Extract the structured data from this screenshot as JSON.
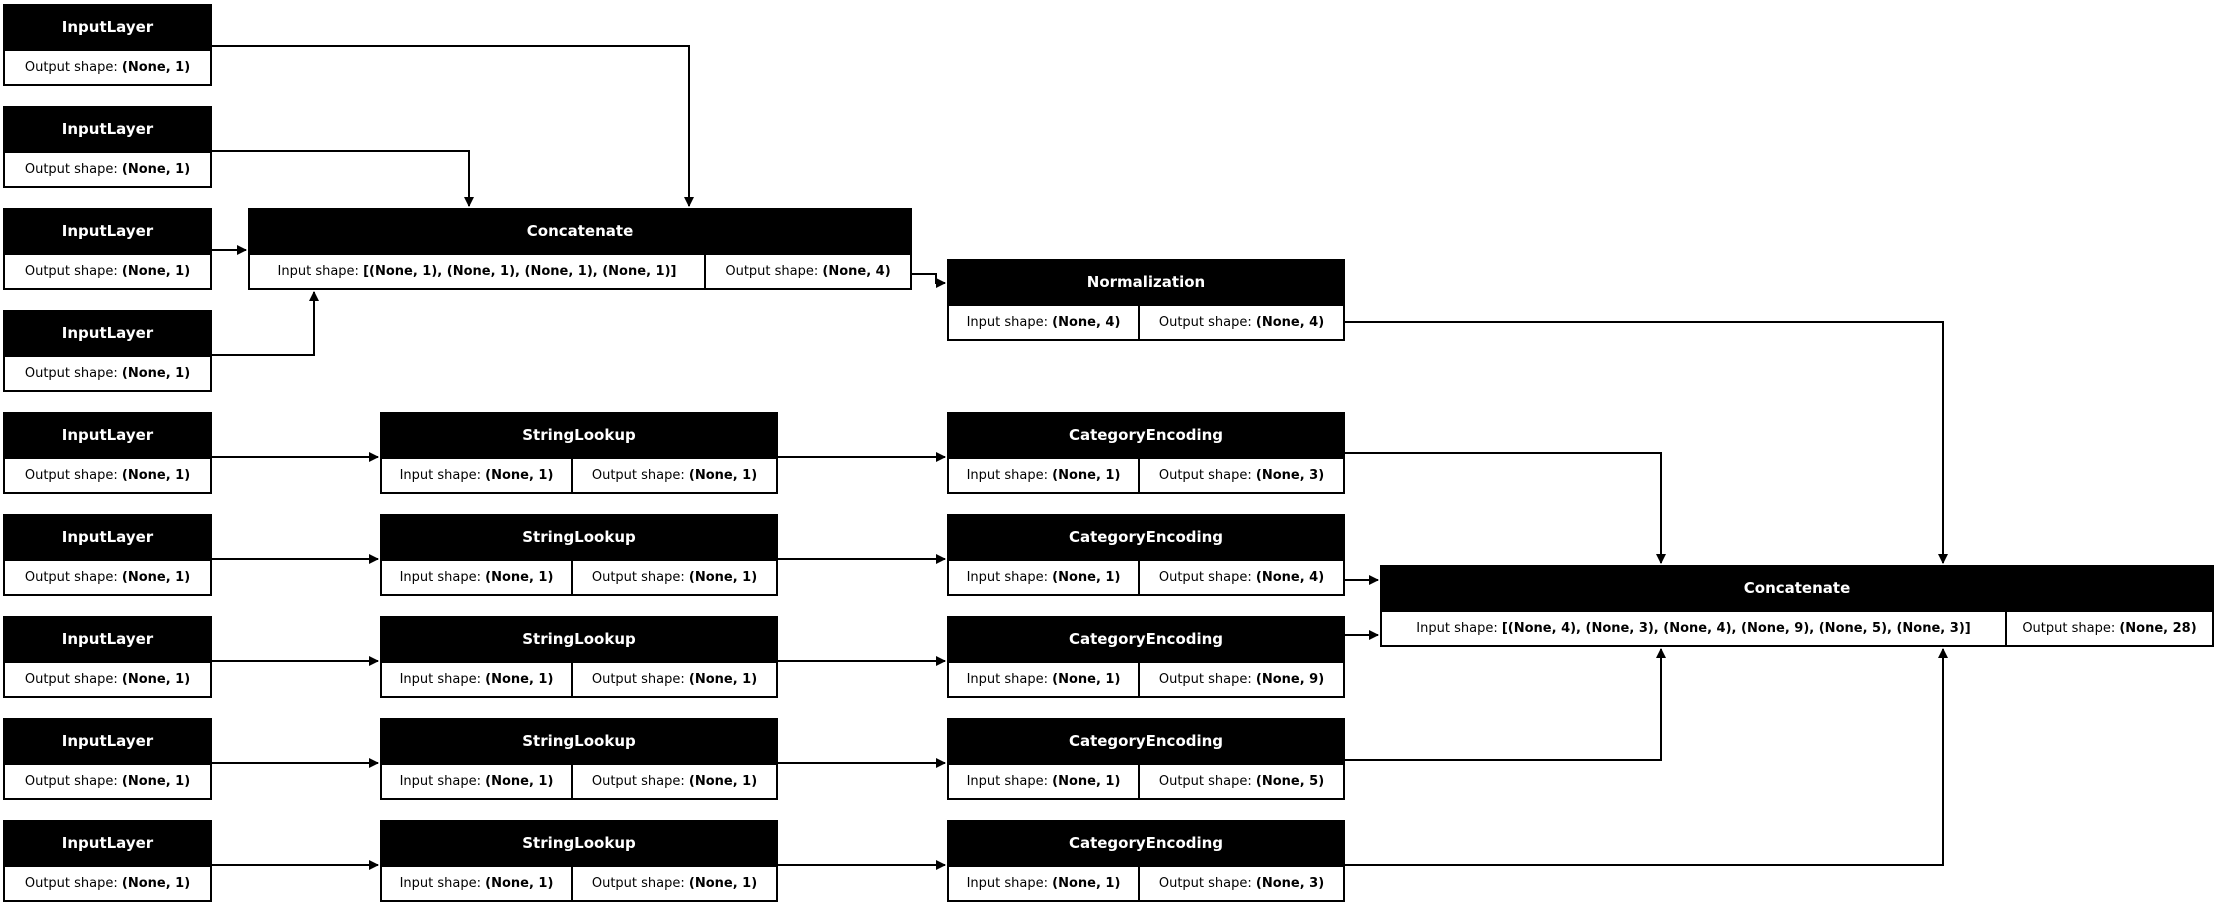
{
  "diagram_title": "keras-model-plot",
  "colors": {
    "background": "#ffffff",
    "node_header_bg": "#000000",
    "node_header_text": "#ffffff",
    "node_body_bg": "#ffffff",
    "node_border": "#000000",
    "edge": "#000000"
  },
  "nodes": [
    {
      "id": "input_layer_1",
      "name": "InputLayer",
      "cells": [
        {
          "label": "Output shape: ",
          "value": "(None, 1)"
        }
      ]
    },
    {
      "id": "input_layer_2",
      "name": "InputLayer",
      "cells": [
        {
          "label": "Output shape: ",
          "value": "(None, 1)"
        }
      ]
    },
    {
      "id": "input_layer_3",
      "name": "InputLayer",
      "cells": [
        {
          "label": "Output shape: ",
          "value": "(None, 1)"
        }
      ]
    },
    {
      "id": "input_layer_4",
      "name": "InputLayer",
      "cells": [
        {
          "label": "Output shape: ",
          "value": "(None, 1)"
        }
      ]
    },
    {
      "id": "input_layer_5",
      "name": "InputLayer",
      "cells": [
        {
          "label": "Output shape: ",
          "value": "(None, 1)"
        }
      ]
    },
    {
      "id": "input_layer_6",
      "name": "InputLayer",
      "cells": [
        {
          "label": "Output shape: ",
          "value": "(None, 1)"
        }
      ]
    },
    {
      "id": "input_layer_7",
      "name": "InputLayer",
      "cells": [
        {
          "label": "Output shape: ",
          "value": "(None, 1)"
        }
      ]
    },
    {
      "id": "input_layer_8",
      "name": "InputLayer",
      "cells": [
        {
          "label": "Output shape: ",
          "value": "(None, 1)"
        }
      ]
    },
    {
      "id": "input_layer_9",
      "name": "InputLayer",
      "cells": [
        {
          "label": "Output shape: ",
          "value": "(None, 1)"
        }
      ]
    },
    {
      "id": "concatenate_1",
      "name": "Concatenate",
      "cells": [
        {
          "label": "Input shape: ",
          "value": "[(None, 1), (None, 1), (None, 1), (None, 1)]"
        },
        {
          "label": "Output shape: ",
          "value": "(None, 4)"
        }
      ]
    },
    {
      "id": "normalization",
      "name": "Normalization",
      "cells": [
        {
          "label": "Input shape: ",
          "value": "(None, 4)"
        },
        {
          "label": "Output shape: ",
          "value": "(None, 4)"
        }
      ]
    },
    {
      "id": "string_lookup_1",
      "name": "StringLookup",
      "cells": [
        {
          "label": "Input shape: ",
          "value": "(None, 1)"
        },
        {
          "label": "Output shape: ",
          "value": "(None, 1)"
        }
      ]
    },
    {
      "id": "string_lookup_2",
      "name": "StringLookup",
      "cells": [
        {
          "label": "Input shape: ",
          "value": "(None, 1)"
        },
        {
          "label": "Output shape: ",
          "value": "(None, 1)"
        }
      ]
    },
    {
      "id": "string_lookup_3",
      "name": "StringLookup",
      "cells": [
        {
          "label": "Input shape: ",
          "value": "(None, 1)"
        },
        {
          "label": "Output shape: ",
          "value": "(None, 1)"
        }
      ]
    },
    {
      "id": "string_lookup_4",
      "name": "StringLookup",
      "cells": [
        {
          "label": "Input shape: ",
          "value": "(None, 1)"
        },
        {
          "label": "Output shape: ",
          "value": "(None, 1)"
        }
      ]
    },
    {
      "id": "string_lookup_5",
      "name": "StringLookup",
      "cells": [
        {
          "label": "Input shape: ",
          "value": "(None, 1)"
        },
        {
          "label": "Output shape: ",
          "value": "(None, 1)"
        }
      ]
    },
    {
      "id": "category_encoding_1",
      "name": "CategoryEncoding",
      "cells": [
        {
          "label": "Input shape: ",
          "value": "(None, 1)"
        },
        {
          "label": "Output shape: ",
          "value": "(None, 3)"
        }
      ]
    },
    {
      "id": "category_encoding_2",
      "name": "CategoryEncoding",
      "cells": [
        {
          "label": "Input shape: ",
          "value": "(None, 1)"
        },
        {
          "label": "Output shape: ",
          "value": "(None, 4)"
        }
      ]
    },
    {
      "id": "category_encoding_3",
      "name": "CategoryEncoding",
      "cells": [
        {
          "label": "Input shape: ",
          "value": "(None, 1)"
        },
        {
          "label": "Output shape: ",
          "value": "(None, 9)"
        }
      ]
    },
    {
      "id": "category_encoding_4",
      "name": "CategoryEncoding",
      "cells": [
        {
          "label": "Input shape: ",
          "value": "(None, 1)"
        },
        {
          "label": "Output shape: ",
          "value": "(None, 5)"
        }
      ]
    },
    {
      "id": "category_encoding_5",
      "name": "CategoryEncoding",
      "cells": [
        {
          "label": "Input shape: ",
          "value": "(None, 1)"
        },
        {
          "label": "Output shape: ",
          "value": "(None, 3)"
        }
      ]
    },
    {
      "id": "concatenate_2",
      "name": "Concatenate",
      "cells": [
        {
          "label": "Input shape: ",
          "value": "[(None, 4), (None, 3), (None, 4), (None, 9), (None, 5), (None, 3)]"
        },
        {
          "label": "Output shape: ",
          "value": "(None, 28)"
        }
      ]
    }
  ],
  "edges": [
    {
      "from": "input_layer_1",
      "to": "concatenate_1"
    },
    {
      "from": "input_layer_2",
      "to": "concatenate_1"
    },
    {
      "from": "input_layer_3",
      "to": "concatenate_1"
    },
    {
      "from": "input_layer_4",
      "to": "concatenate_1"
    },
    {
      "from": "concatenate_1",
      "to": "normalization"
    },
    {
      "from": "normalization",
      "to": "concatenate_2"
    },
    {
      "from": "input_layer_5",
      "to": "string_lookup_1"
    },
    {
      "from": "string_lookup_1",
      "to": "category_encoding_1"
    },
    {
      "from": "category_encoding_1",
      "to": "concatenate_2"
    },
    {
      "from": "input_layer_6",
      "to": "string_lookup_2"
    },
    {
      "from": "string_lookup_2",
      "to": "category_encoding_2"
    },
    {
      "from": "category_encoding_2",
      "to": "concatenate_2"
    },
    {
      "from": "input_layer_7",
      "to": "string_lookup_3"
    },
    {
      "from": "string_lookup_3",
      "to": "category_encoding_3"
    },
    {
      "from": "category_encoding_3",
      "to": "concatenate_2"
    },
    {
      "from": "input_layer_8",
      "to": "string_lookup_4"
    },
    {
      "from": "string_lookup_4",
      "to": "category_encoding_4"
    },
    {
      "from": "category_encoding_4",
      "to": "concatenate_2"
    },
    {
      "from": "input_layer_9",
      "to": "string_lookup_5"
    },
    {
      "from": "string_lookup_5",
      "to": "category_encoding_5"
    },
    {
      "from": "category_encoding_5",
      "to": "concatenate_2"
    }
  ]
}
